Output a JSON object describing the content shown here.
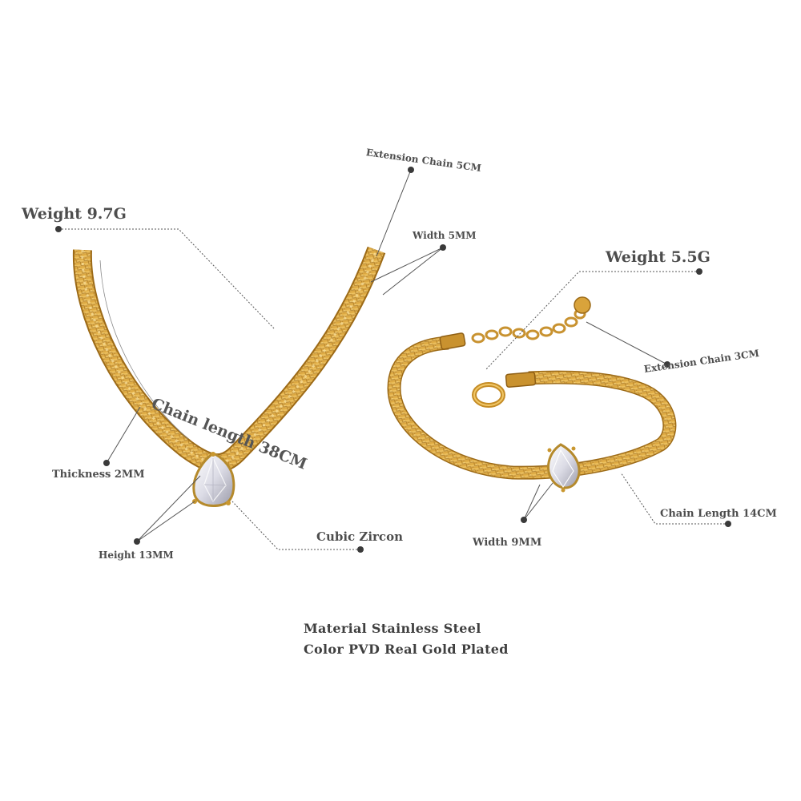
{
  "necklace": {
    "weight": "Weight 9.7G",
    "extension_chain": "Extension Chain 5CM",
    "width": "Width 5MM",
    "chain_length": "Chain length 38CM",
    "thickness": "Thickness 2MM",
    "height": "Height 13MM",
    "stone": "Cubic Zircon"
  },
  "bracelet": {
    "weight": "Weight 5.5G",
    "extension_chain": "Extension Chain  3CM",
    "chain_length": "Chain Length 14CM",
    "width": "Width 9MM"
  },
  "footer": {
    "material": "Material Stainless Steel",
    "color": "Color PVD Real Gold Plated"
  },
  "colors": {
    "gold_light": "#f3cf6b",
    "gold_mid": "#d7a23a",
    "gold_dark": "#9c6a17",
    "label_text": "#4d4d4d",
    "background": "#ffffff"
  }
}
